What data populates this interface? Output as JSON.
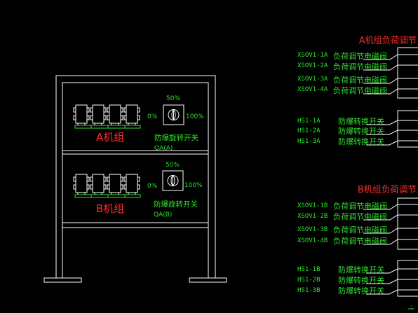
{
  "colors": {
    "background": "#000000",
    "line": "#ffffff",
    "label": "#2fe02f",
    "heading": "#ff2b2b"
  },
  "cabinet": {
    "panels": [
      {
        "unit": "A机组",
        "switch_name": "防爆旋转开关",
        "switch_tag": "QA(A)",
        "positions": {
          "low": "0%",
          "mid": "50%",
          "high": "100%"
        }
      },
      {
        "unit": "B机组",
        "switch_name": "防爆旋转开关",
        "switch_tag": "QA(B)",
        "positions": {
          "low": "0%",
          "mid": "50%",
          "high": "100%"
        }
      }
    ]
  },
  "schedules": [
    {
      "title": "A机组负荷调节",
      "valves": [
        {
          "tag": "XSOV1-1A",
          "desc": "负荷调节电磁阀"
        },
        {
          "tag": "XSOV1-2A",
          "desc": "负荷调节电磁阀"
        },
        {
          "tag": "XSOV1-3A",
          "desc": "负荷调节电磁阀"
        },
        {
          "tag": "XSOV1-4A",
          "desc": "负荷调节电磁阀"
        }
      ],
      "switches": [
        {
          "tag": "HS1-1A",
          "desc": "防爆转换开关"
        },
        {
          "tag": "HS1-2A",
          "desc": "防爆转换开关"
        },
        {
          "tag": "HS1-3A",
          "desc": "防爆转换开关"
        }
      ]
    },
    {
      "title": "B机组负荷调节",
      "valves": [
        {
          "tag": "XSOV1-1B",
          "desc": "负荷调节电磁阀"
        },
        {
          "tag": "XSOV1-2B",
          "desc": "负荷调节电磁阀"
        },
        {
          "tag": "XSOV1-3B",
          "desc": "负荷调节电磁阀"
        },
        {
          "tag": "XSOV1-4B",
          "desc": "负荷调节电磁阀"
        }
      ],
      "switches": [
        {
          "tag": "HS1-1B",
          "desc": "防爆转换开关"
        },
        {
          "tag": "HS1-2B",
          "desc": "防爆转换开关"
        },
        {
          "tag": "HS1-3B",
          "desc": "防爆转换开关"
        }
      ]
    }
  ]
}
